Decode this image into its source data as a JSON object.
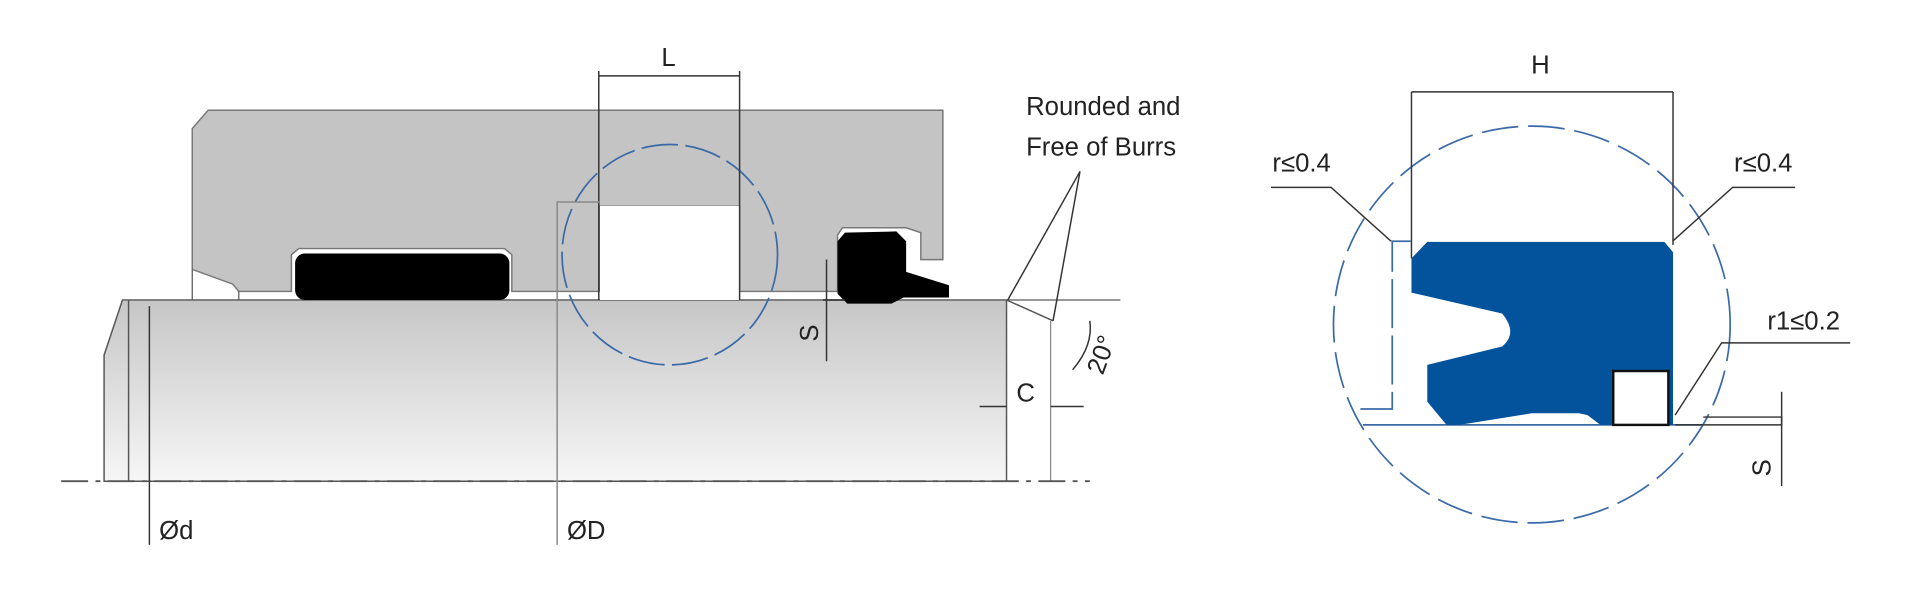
{
  "colors": {
    "housing": "#c4c4c4",
    "rod_top": "#c6c6c6",
    "rod_bottom": "#f6f6f6",
    "seal_blue": "#03529c",
    "detail_circle": "#3a6aa8",
    "elastomer": "#000000"
  },
  "installation_view": {
    "dim_L": "L",
    "note_line1": "Rounded and",
    "note_line2": "Free of Burrs",
    "dim_S": "S",
    "dim_C": "C",
    "angle": "20°",
    "dim_d": "Ød",
    "dim_D": "ØD"
  },
  "detail_view": {
    "dim_H": "H",
    "radius_left": "r≤0.4",
    "radius_right": "r≤0.4",
    "radius_r1": "r1≤0.2",
    "dim_S": "S"
  }
}
